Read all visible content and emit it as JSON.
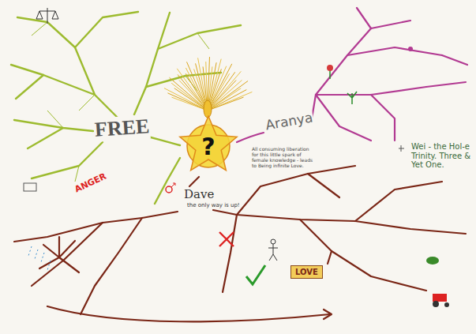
{
  "diagram": {
    "nodes": [
      {
        "text": [
          "?"
        ]
      },
      {
        "text": [
          "LOVE"
        ]
      }
    ],
    "labels": [
      "FREE",
      "Aranya",
      "Dave",
      "the only way is up!",
      "All consuming liberation for this little spark of female knowledge - leads to Being infinite Love.",
      "Wei - the Hol-e Trinity. Three & Yet One.",
      "ANGER"
    ]
  }
}
